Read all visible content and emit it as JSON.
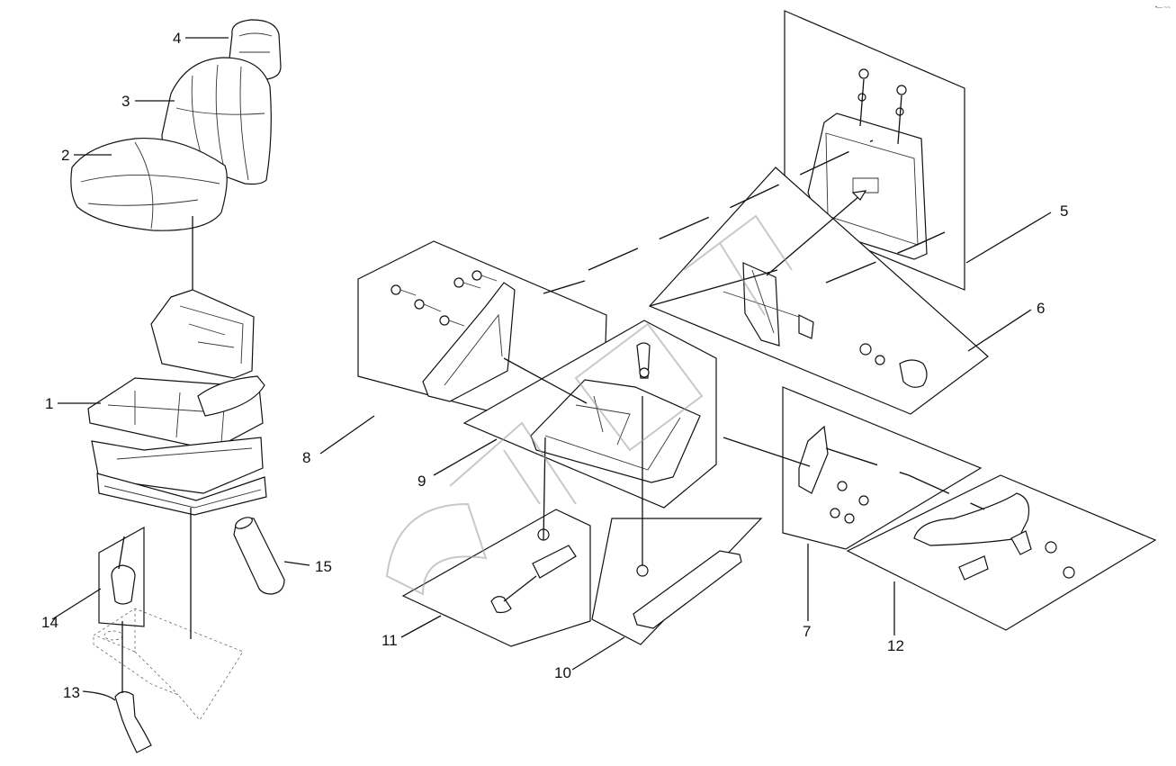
{
  "corner_mark": "•— ~~",
  "callouts": [
    "1",
    "2",
    "3",
    "4",
    "5",
    "6",
    "7",
    "8",
    "9",
    "10",
    "11",
    "12",
    "13",
    "14",
    "15"
  ]
}
